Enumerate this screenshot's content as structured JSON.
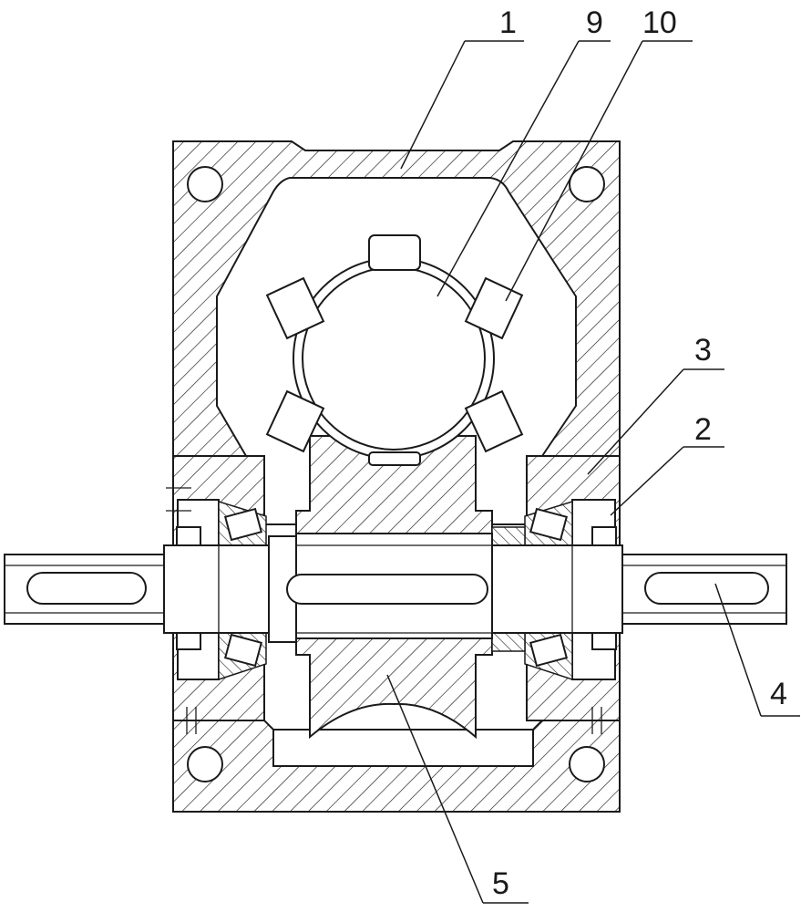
{
  "callouts": [
    {
      "id": "1",
      "text": "1"
    },
    {
      "id": "2",
      "text": "2"
    },
    {
      "id": "3",
      "text": "3"
    },
    {
      "id": "4",
      "text": "4"
    },
    {
      "id": "5",
      "text": "5"
    },
    {
      "id": "9",
      "text": "9"
    },
    {
      "id": "10",
      "text": "10"
    }
  ]
}
